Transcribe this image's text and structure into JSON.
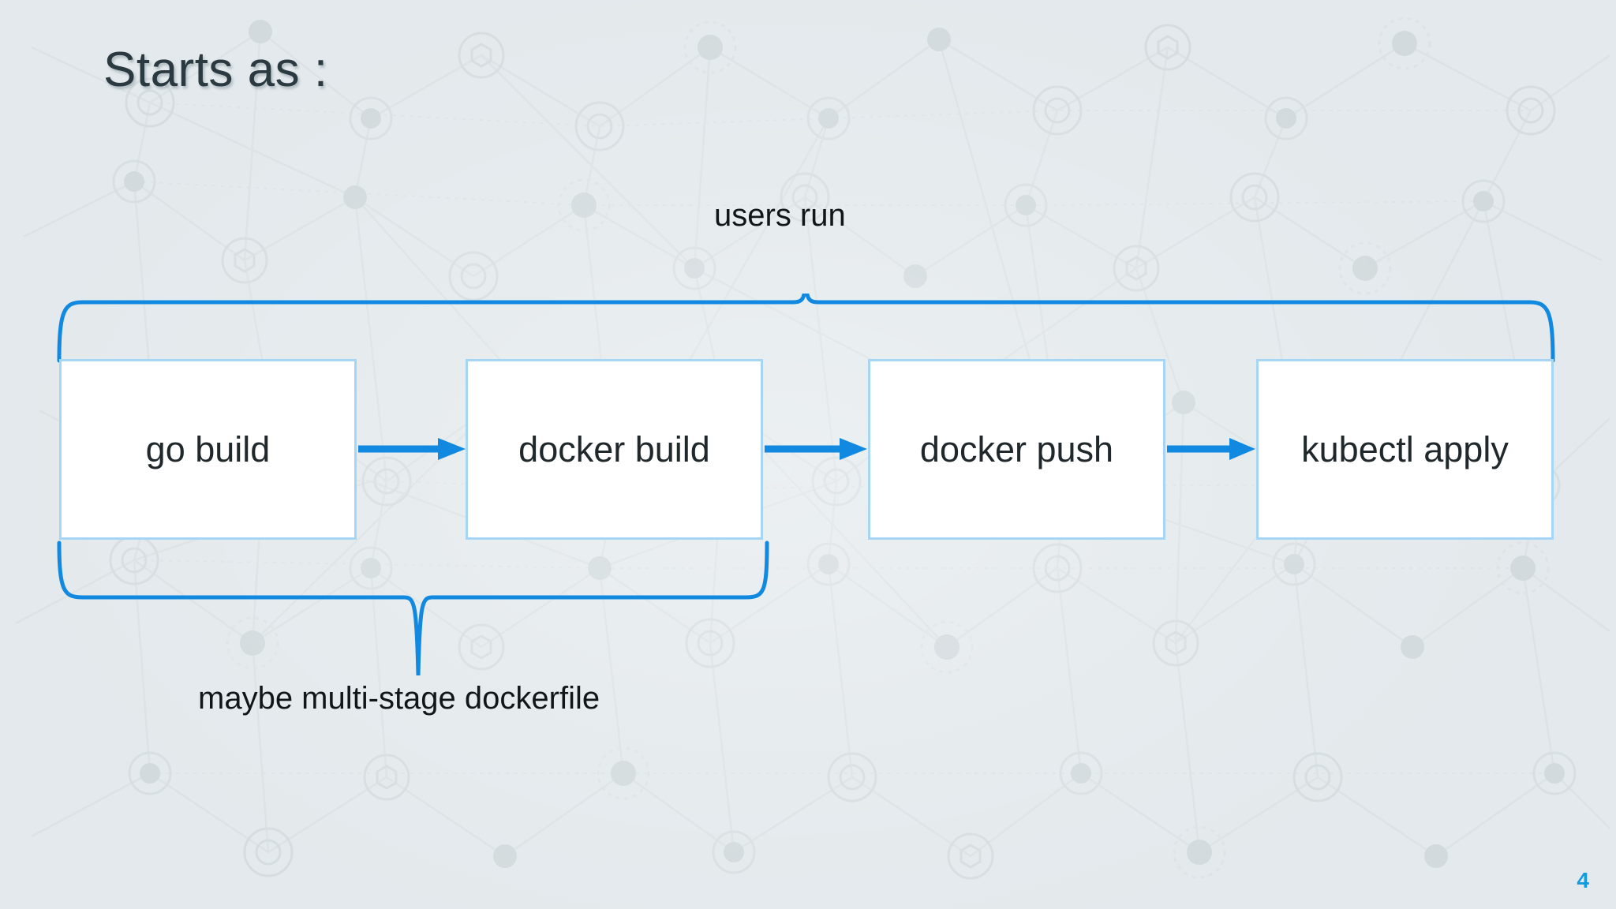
{
  "slide": {
    "title": "Starts as :",
    "page_number": "4",
    "background_color": "#e3e9ec",
    "accent_color": "#1189e0",
    "box_border_color": "#a6d5f5",
    "box_fill_color": "#ffffff",
    "title_color": "#2b3a40",
    "page_number_color": "#139cdd"
  },
  "flow": {
    "steps": [
      {
        "label": "go build"
      },
      {
        "label": "docker build"
      },
      {
        "label": "docker push"
      },
      {
        "label": "kubectl apply"
      }
    ],
    "arrows": [
      {
        "name": "arrow-go-build-to-docker-build"
      },
      {
        "name": "arrow-docker-build-to-docker-push"
      },
      {
        "name": "arrow-docker-push-to-kubectl-apply"
      }
    ]
  },
  "annotations": {
    "top": {
      "label": "users run",
      "covers": [
        "go build",
        "docker build",
        "docker push",
        "kubectl apply"
      ]
    },
    "bottom": {
      "label": "maybe multi-stage dockerfile",
      "covers": [
        "go build",
        "docker build"
      ]
    }
  },
  "background": {
    "motif": "network-node-graph",
    "node_color": "#d4dcdf",
    "line_color": "#d9e0e3"
  }
}
